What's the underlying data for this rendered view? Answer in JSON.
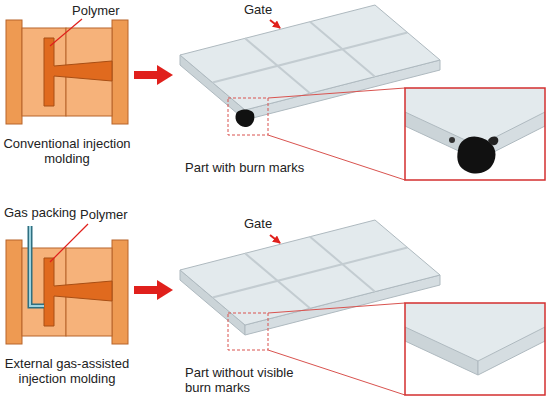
{
  "diagram": {
    "nodes": [
      {
        "text": [
          "Conventional injection molding"
        ]
      },
      {
        "text": [
          "Part with burn marks"
        ]
      },
      {
        "text": [
          "External gas-assisted injection molding"
        ]
      },
      {
        "text": [
          "Part without visible burn marks"
        ]
      }
    ],
    "edges": [
      {
        "from": 0,
        "to": 1,
        "arrow": "to"
      },
      {
        "from": 2,
        "to": 3,
        "arrow": "to"
      }
    ],
    "labels": [
      "Polymer",
      "Gate",
      "Gas packing",
      "Polymer",
      "Gate"
    ]
  }
}
